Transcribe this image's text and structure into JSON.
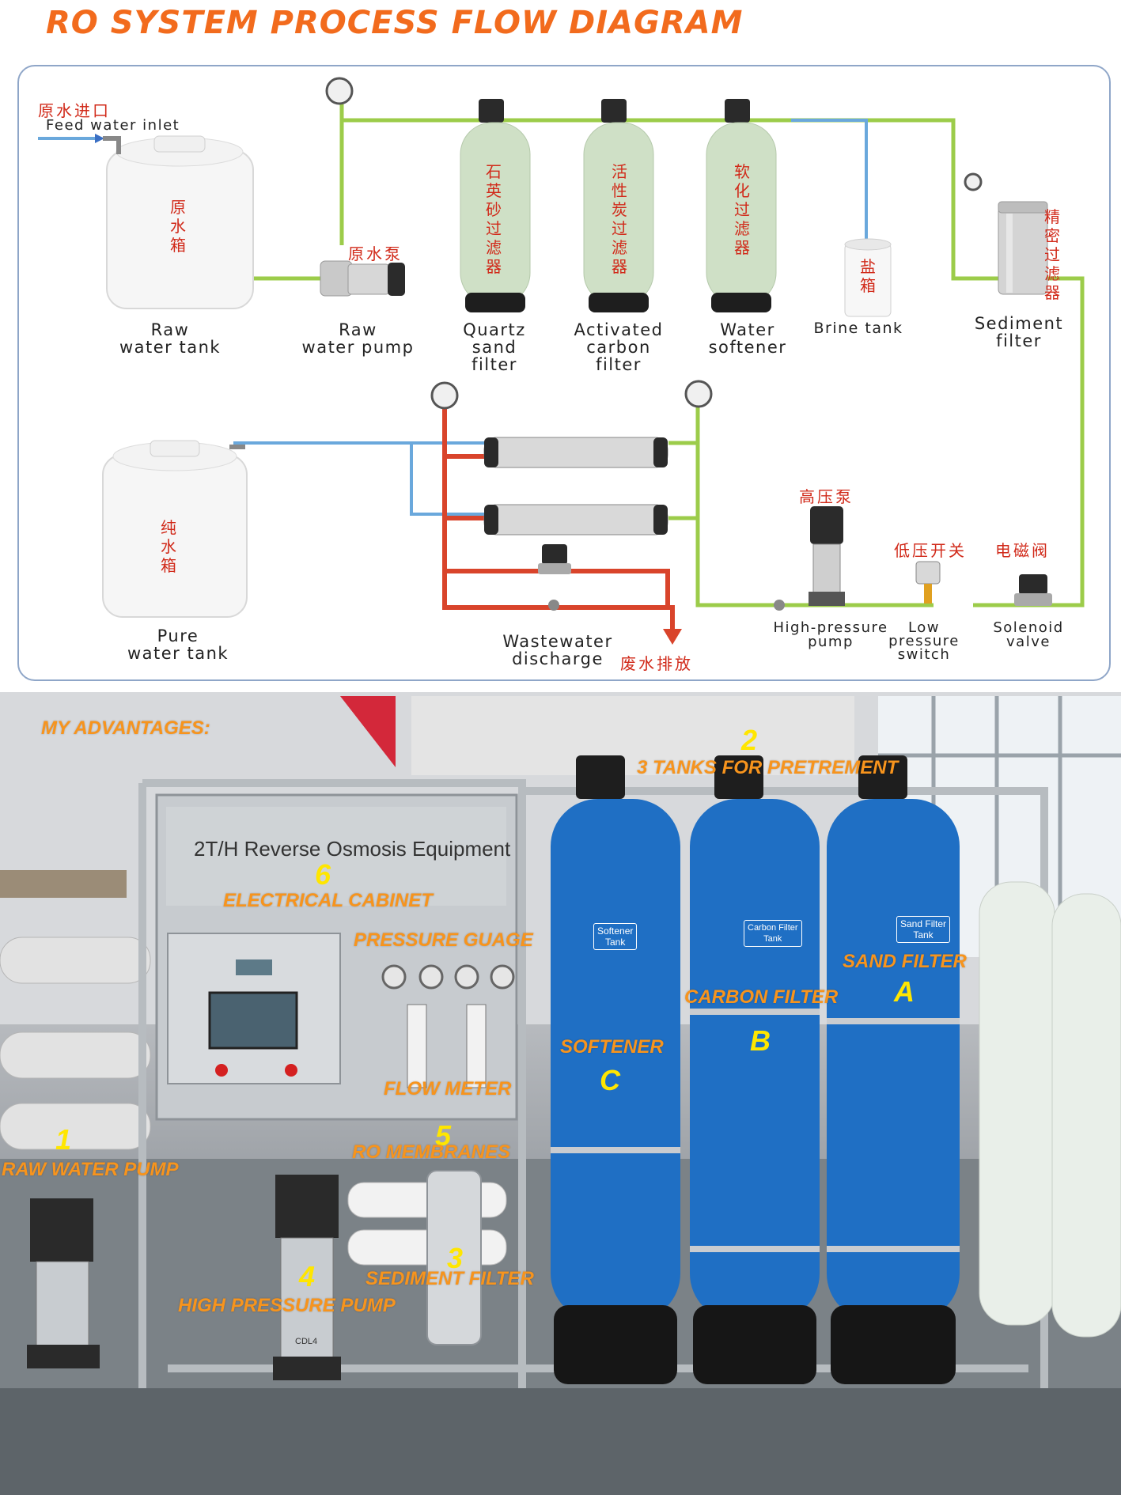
{
  "title": "RO SYSTEM PROCESS FLOW DIAGRAM",
  "diagram": {
    "feed_cn": "原水进口",
    "feed_en": "Feed water inlet",
    "raw_tank_cn": "原水箱",
    "raw_tank_en": "Raw\nwater tank",
    "raw_pump_cn": "原水泵",
    "raw_pump_en": "Raw\nwater pump",
    "quartz_cn": "石英砂过滤器",
    "quartz_en": "Quartz\nsand\nfilter",
    "carbon_cn": "活性炭过滤器",
    "carbon_en": "Activated\ncarbon\nfilter",
    "softener_cn": "软化过滤器",
    "softener_en": "Water\nsoftener",
    "brine_cn": "盐箱",
    "brine_en": "Brine tank",
    "sediment_cn": "精密过滤器",
    "sediment_en": "Sediment\nfilter",
    "pure_tank_cn": "纯水箱",
    "pure_tank_en": "Pure\nwater tank",
    "hp_pump_cn": "高压泵",
    "hp_pump_en": "High-pressure\npump",
    "low_switch_cn": "低压开关",
    "low_switch_en": "Low\npressure\nswitch",
    "solenoid_cn": "电磁阀",
    "solenoid_en": "Solenoid\nvalve",
    "waste_en": "Wastewater\ndischarge",
    "waste_cn": "废水排放"
  },
  "photo": {
    "advantages": "MY ADVANTAGES:",
    "cabinet_text": "2T/H Reverse Osmosis Equipment",
    "n1": "1",
    "l1": "RAW WATER PUMP",
    "n2": "2",
    "l2": "3 TANKS FOR PRETREMENT",
    "n3": "3",
    "l3": "SEDIMENT FILTER",
    "n4": "4",
    "l4": "HIGH PRESSURE PUMP",
    "n5": "5",
    "l5": "RO MEMBRANES",
    "n6": "6",
    "l6": "ELECTRICAL CABINET",
    "pressure": "PRESSURE GUAGE",
    "flow": "FLOW METER",
    "sand": "SAND FILTER",
    "a": "A",
    "carbon": "CARBON FILTER",
    "b": "B",
    "softener": "SOFTENER",
    "c": "C",
    "tank_softener": "Softener\nTank",
    "tank_carbon": "Carbon Filter\nTank",
    "tank_sand": "Sand Filter\nTank",
    "pump_tag": "CDL4"
  },
  "colors": {
    "title": "#f26b1d",
    "label_cn": "#d12a1a",
    "overlay": "#f7941d",
    "number": "#ffe600",
    "pipe_green": "#9ccc4a",
    "pipe_red": "#d9442b",
    "pipe_blue": "#6aa8dc",
    "tank_blue": "#1f6fc4"
  }
}
